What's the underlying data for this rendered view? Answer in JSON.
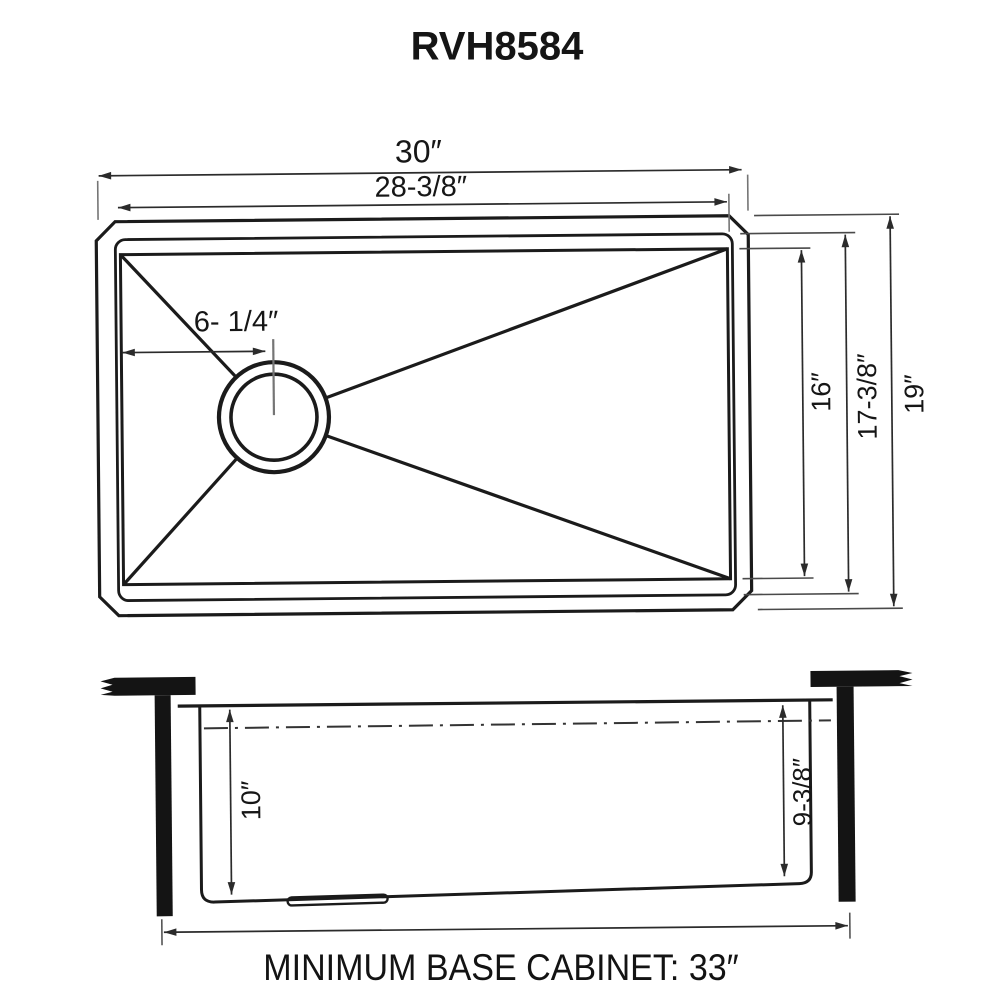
{
  "title": "RVH8584",
  "colors": {
    "ink": "#1b1b1b",
    "dimension_lines": "#333333",
    "extension_lines": "#757575",
    "background": "#ffffff"
  },
  "top_view": {
    "overall_width": "30″",
    "bowl_outer_width": "28-3/8″",
    "drain_offset": "6- 1/4″",
    "bowl_inner_depth": "16″",
    "bowl_outer_depth": "17-3/8″",
    "overall_depth": "19″"
  },
  "side_view": {
    "bowl_depth_left": "10″",
    "bowl_depth_right": "9-3/8″"
  },
  "footer": {
    "note": "MINIMUM BASE CABINET: 33″"
  }
}
